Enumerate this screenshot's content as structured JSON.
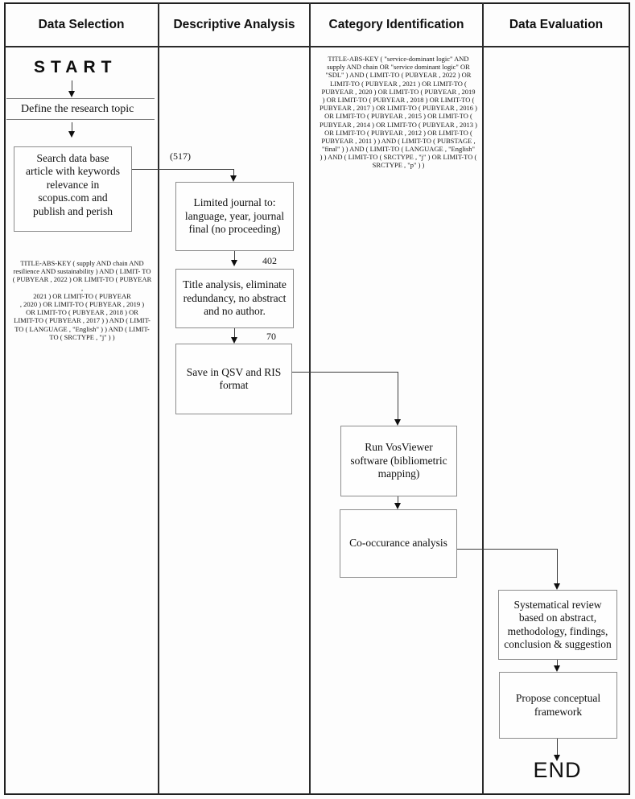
{
  "header": {
    "columns": [
      {
        "title": "Data Selection"
      },
      {
        "title": "Descriptive Analysis"
      },
      {
        "title": "Category Identification"
      },
      {
        "title": "Data Evaluation"
      }
    ]
  },
  "data_selection": {
    "start_label": "START",
    "define_topic": "Define the research topic",
    "search_box": "Search data base\narticle with keywords\nrelevance in\nscopus.com and\npublish and perish",
    "scopus_query": "TITLE-ABS-KEY ( supply AND chain AND\nresilience AND sustainability ) AND  ( LIMIT- TO\n( PUBYEAR , 2022 ) OR LIMIT-TO ( PUBYEAR ,\n2021 ) OR LIMIT-TO ( PUBYEAR\n, 2020 ) OR LIMIT-TO ( PUBYEAR , 2019 )\nOR LIMIT-TO ( PUBYEAR , 2018 ) OR\nLIMIT-TO ( PUBYEAR , 2017 ) ) AND ( LIMIT-\nTO ( LANGUAGE , \"English\" ) ) AND ( LIMIT-\nTO (  SRCTYPE , \"j\" ) )"
  },
  "descriptive_analysis": {
    "count_from_search": "(517)",
    "limited_box": "Limited journal to:\nlanguage, year, journal\nfinal (no proceeding)",
    "count_after_limit": "402",
    "title_analysis_box": "Title analysis, eliminate\nredundancy, no abstract\nand no author.",
    "count_after_title": "70",
    "save_box": "Save in QSV and RIS\nformat"
  },
  "category_identification": {
    "scopus_query": "TITLE-ABS-KEY ( \"service-dominant logic\" AND\nsupply AND chain OR \"service dominant logic\" OR\n\"SDL\" ) AND ( LIMIT-TO ( PUBYEAR , 2022 ) OR\nLIMIT-TO ( PUBYEAR , 2021 ) OR LIMIT-TO (\nPUBYEAR , 2020 )  OR  LIMIT-TO ( PUBYEAR , 2019\n) OR LIMIT-TO ( PUBYEAR , 2018 ) OR LIMIT-TO (\nPUBYEAR , 2017 ) OR LIMIT-TO ( PUBYEAR , 2016 )\nOR LIMIT-TO ( PUBYEAR , 2015 ) OR LIMIT-TO (\nPUBYEAR , 2014 ) OR LIMIT-TO ( PUBYEAR , 2013 )\nOR LIMIT-TO ( PUBYEAR , 2012 ) OR LIMIT-TO (\nPUBYEAR , 2011 ) ) AND ( LIMIT-TO ( PUBSTAGE ,\n\"final\" ) ) AND  ( LIMIT-TO ( LANGUAGE ,  \"English\"\n) ) AND ( LIMIT-TO ( SRCTYPE , \"j\" ) OR LIMIT-TO (\nSRCTYPE ,  \"p\" ) )",
    "vosviewer_box": "Run VosViewer\nsoftware (bibliometric\nmapping)",
    "cooccurrence_box": "Co-occurance analysis"
  },
  "data_evaluation": {
    "review_box": "Systematical review\nbased on abstract,\nmethodology, findings,\nconclusion & suggestion",
    "framework_box": "Propose conceptual\nframework",
    "end_label": "END"
  }
}
